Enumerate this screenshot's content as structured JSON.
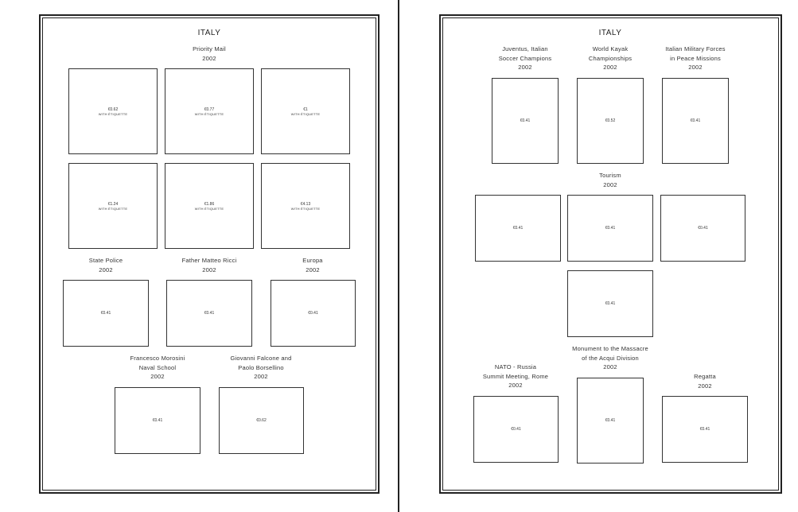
{
  "left_page": {
    "title": "ITALY",
    "priority_mail": {
      "caption": [
        "Priority Mail",
        "2002"
      ],
      "stamps": [
        {
          "value": "€0.62",
          "note": "WITH ÉTIQUETTE"
        },
        {
          "value": "€0.77",
          "note": "WITH ÉTIQUETTE"
        },
        {
          "value": "€1",
          "note": "WITH ÉTIQUETTE"
        },
        {
          "value": "€1.24",
          "note": "WITH ÉTIQUETTE"
        },
        {
          "value": "€1.86",
          "note": "WITH ÉTIQUETTE"
        },
        {
          "value": "€4.13",
          "note": "WITH ÉTIQUETTE"
        }
      ]
    },
    "state_police": {
      "caption": [
        "State Police",
        "2002"
      ],
      "value": "€0.41"
    },
    "father_ricci": {
      "caption": [
        "Father Matteo Ricci",
        "2002"
      ],
      "value": "€0.41"
    },
    "europa": {
      "caption": [
        "Europa",
        "2002"
      ],
      "value": "€0.41"
    },
    "morosini": {
      "caption": [
        "Francesco Morosini",
        "Naval School",
        "2002"
      ],
      "value": "€0.41"
    },
    "falcone": {
      "caption": [
        "Giovanni Falcone and",
        "Paolo Borsellino",
        "2002"
      ],
      "value": "€0.62"
    }
  },
  "right_page": {
    "title": "ITALY",
    "juventus": {
      "caption": [
        "Juventus, Italian",
        "Soccer Champions",
        "2002"
      ],
      "value": "€0.41"
    },
    "kayak": {
      "caption": [
        "World Kayak",
        "Championships",
        "2002"
      ],
      "value": "€0.52"
    },
    "military": {
      "caption": [
        "Italian Military Forces",
        "in Peace Missions",
        "2002"
      ],
      "value": "€0.41"
    },
    "tourism": {
      "caption": [
        "Tourism",
        "2002"
      ],
      "values": [
        "€0.41",
        "€0.41",
        "€0.41",
        "€0.41"
      ]
    },
    "nato": {
      "caption": [
        "NATO - Russia",
        "Summit Meeting, Rome",
        "2002"
      ],
      "value": "€0.41"
    },
    "acqui": {
      "caption": [
        "Monument to the Massacre",
        "of the Acqui Division",
        "2002"
      ],
      "value": "€0.41"
    },
    "regatta": {
      "caption": [
        "Regatta",
        "2002"
      ],
      "value": "€0.41"
    }
  }
}
